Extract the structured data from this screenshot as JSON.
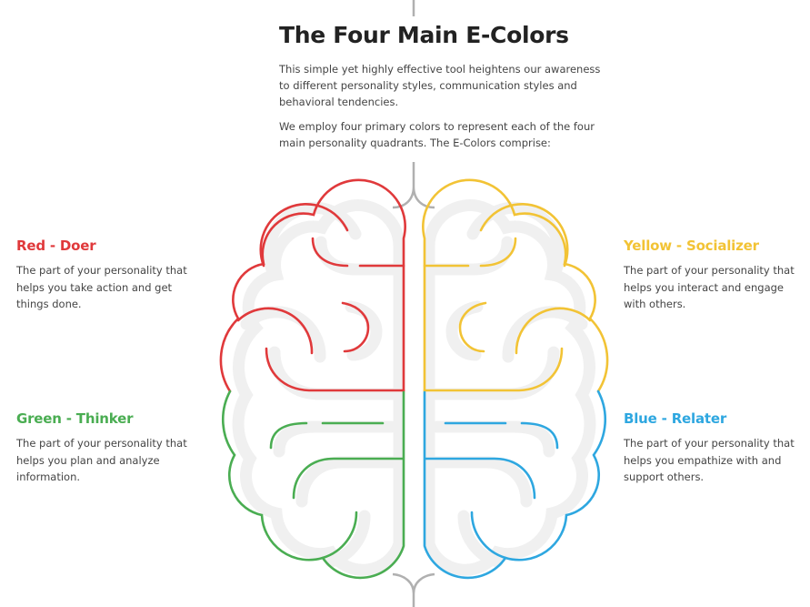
{
  "header": {
    "title": "The Four Main E-Colors",
    "paragraph1": [
      "This simple yet highly effective tool heightens our awareness",
      "to different personality styles, communication styles and",
      "behavioral tendencies."
    ],
    "paragraph2": [
      "We employ four primary colors to represent each of the four",
      "main personality quadrants. The E-Colors comprise:"
    ]
  },
  "colors": {
    "red": "#e0393b",
    "yellow": "#f2c335",
    "green": "#4aad52",
    "blue": "#2ea7e0",
    "shadow": "#f0f0f0",
    "brace": "#b0b0b0"
  },
  "categories": [
    {
      "id": "red",
      "title": "Red - Doer",
      "desc": [
        "The part of your personality that",
        "helps you take action and get",
        "things done."
      ]
    },
    {
      "id": "yellow",
      "title": "Yellow - Socializer",
      "desc": [
        "The part of your personality that",
        "helps you interact and engage",
        "with others."
      ]
    },
    {
      "id": "green",
      "title": "Green - Thinker",
      "desc": [
        "The part of your personality that",
        "helps you plan and analyze",
        "information."
      ]
    },
    {
      "id": "blue",
      "title": "Blue - Relater",
      "desc": [
        "The part of your personality that",
        "helps you empathize with and",
        "support others."
      ]
    }
  ]
}
